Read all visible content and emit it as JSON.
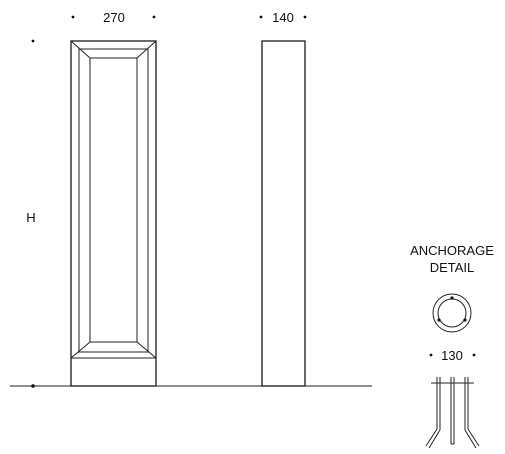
{
  "dimensions": {
    "front_width": "270",
    "side_width": "140",
    "height": "H",
    "anchor_diameter": "130"
  },
  "detail": {
    "title_line1": "ANCHORAGE",
    "title_line2": "DETAIL"
  },
  "colors": {
    "line": "#222222",
    "background": "#ffffff"
  }
}
